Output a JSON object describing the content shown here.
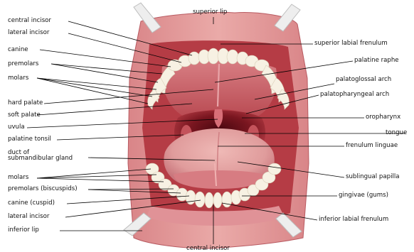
{
  "colors": {
    "lip": "#e39a9a",
    "lip_dark": "#c86b70",
    "inner_mouth": "#b2383f",
    "palate": "#d5747a",
    "throat": "#6e0f19",
    "tongue": "#e6a3a3",
    "teeth": "#f7f1e3",
    "retractor": "#ededed",
    "leader": "#000000"
  },
  "labels_left": {
    "central_incisor": "central incisor",
    "lateral_incisor": "lateral incisor",
    "canine": "canine",
    "premolars": "premolars",
    "molars_upper": "molars",
    "hard_palate": "hard palate",
    "soft_palate": "soft palate",
    "uvula": "uvula",
    "palatine_tonsil": "palatine tonsil",
    "duct_line1": "duct of",
    "duct_line2": "submandibular gland",
    "molars_lower": "molars",
    "premolars_lower": "premolars (biscuspids)",
    "canine_lower": "canine (cuspid)",
    "lateral_incisor_lower": "lateral incisor",
    "inferior_lip": "inferior lip"
  },
  "labels_right": {
    "superior_labial_frenulum": "superior labial frenulum",
    "palatine_raphe": "palatine raphe",
    "palatoglossal_arch": "palatoglossal arch",
    "palatopharyngeal_arch": "palatopharyngeal arch",
    "oropharynx": "oropharynx",
    "tongue": "tongue",
    "frenulum_linguae": "frenulum linguae",
    "sublingual_papilla": "sublingual papilla",
    "gingivae": "gingivae (gums)",
    "inferior_labial_frenulum": "inferior labial frenulum"
  },
  "labels_center": {
    "superior_lip": "superior lip",
    "central_incisor_bottom": "central incisor"
  }
}
